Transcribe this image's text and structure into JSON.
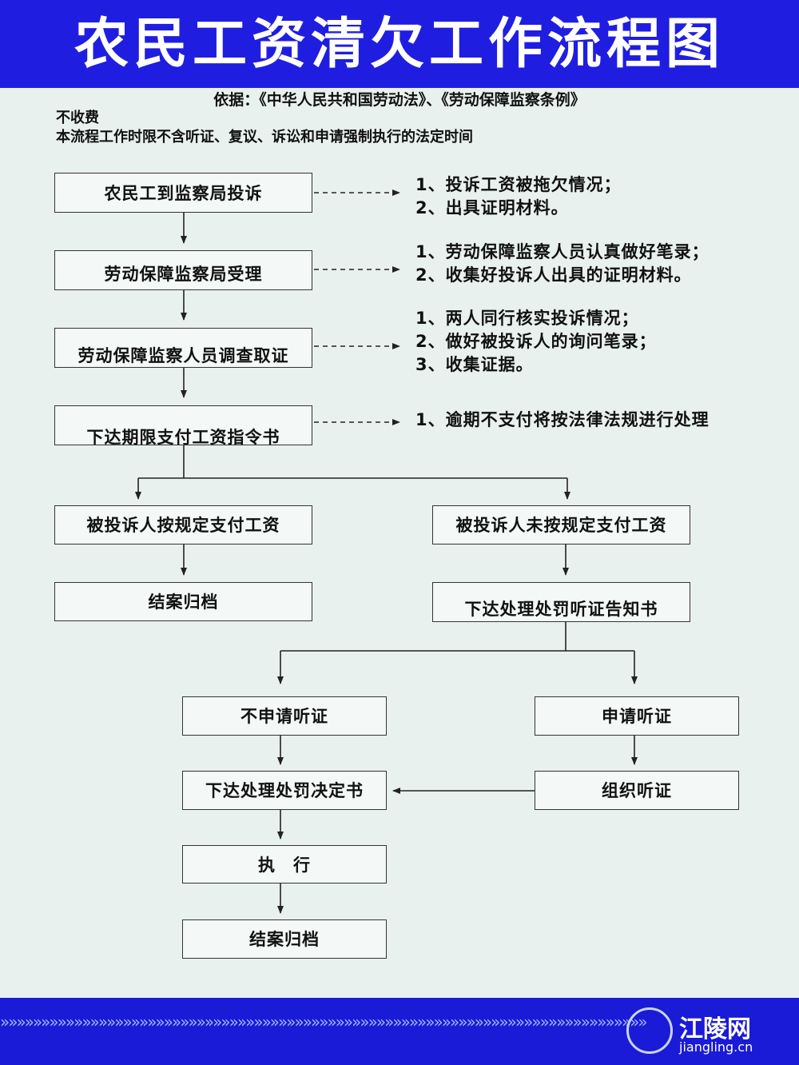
{
  "title": "农民工资清欠工作流程图",
  "basis": "依据：《中华人民共和国劳动法》、《劳动保障监察条例》",
  "notes": [
    "不收费",
    "本流程工作时限不含听证、复议、诉讼和申请强制执行的法定时间"
  ],
  "steps": {
    "complaint": "农民工到监察局投诉",
    "accept": "劳动保障监察局受理",
    "investigate": "劳动保障监察人员调查取证",
    "order": "下达期限支付工资指令书",
    "paid": "被投诉人按规定支付工资",
    "close_left": "结案归档",
    "not_paid": "被投诉人未按规定支付工资",
    "hearing_notice": "下达处理处罚听证告知书",
    "no_hearing": "不申请听证",
    "apply_hearing": "申请听证",
    "decision": "下达处理处罚决定书",
    "organize_hearing": "组织听证",
    "execute": "执　行",
    "close_final": "结案归档"
  },
  "side_notes": {
    "complaint": [
      "1、投诉工资被拖欠情况；",
      "2、出具证明材料。"
    ],
    "accept": [
      "1、劳动保障监察人员认真做好笔录；",
      "2、收集好投诉人出具的证明材料。"
    ],
    "investigate": [
      "1、两人同行核实投诉情况；",
      "2、做好被投诉人的询问笔录；",
      "3、收集证据。"
    ],
    "order": [
      "1、逾期不支付将按法律法规进行处理"
    ]
  },
  "footer": {
    "logo_name": "江陵网",
    "logo_url": "jiangling.cn"
  },
  "colors": {
    "header": "#1f1ee0",
    "footer": "#1a1bd6",
    "background": "#e9f1ef"
  }
}
